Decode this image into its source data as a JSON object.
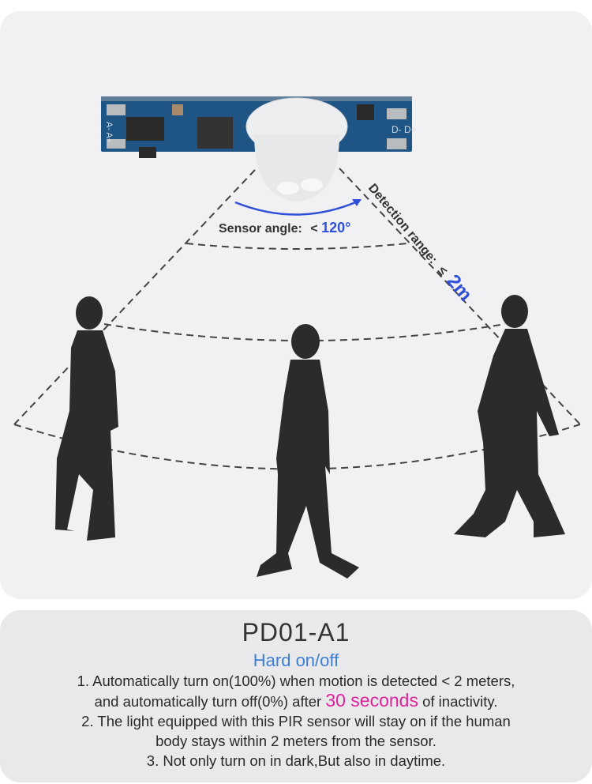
{
  "diagram": {
    "sensor_angle_label": "Sensor angle:",
    "sensor_angle_prefix": "<",
    "sensor_angle_value": "120°",
    "detection_range_label": "Detection range:",
    "detection_range_prefix": "≤",
    "detection_range_value": "2m",
    "board_labels": [
      "A-",
      "A+",
      "D-",
      "D+"
    ],
    "accent_color": "#2f4fd8"
  },
  "info": {
    "model": "PD01-A1",
    "mode": "Hard on/off",
    "line1": "1. Automatically turn on(100%) when motion is detected < 2 meters,",
    "line2_before": "and automatically turn off(0%) after ",
    "line2_highlight": "30 seconds",
    "line2_after": " of inactivity.",
    "line3": "2. The light equipped with this PIR sensor will stay on if the human",
    "line4": "body stays within 2 meters from the sensor.",
    "line5": "3. Not only turn on in dark,But also in daytime.",
    "highlight_color": "#e0239a"
  }
}
